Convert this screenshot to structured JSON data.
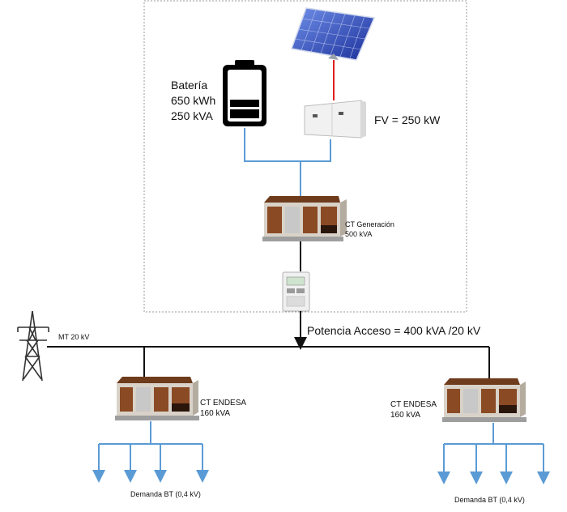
{
  "battery": {
    "label": "Batería",
    "energy": "650 kWh",
    "power": "250 kVA"
  },
  "pv": {
    "label": "FV = 250 kW"
  },
  "ct_generation": {
    "name": "CT Generación",
    "rating": "500 kVA"
  },
  "access": {
    "label": "Potencia Acceso = 400 kVA /20 kV"
  },
  "grid": {
    "label": "MT 20 kV"
  },
  "ct_endesa_left": {
    "name": "CT ENDESA",
    "rating": "160 kVA"
  },
  "ct_endesa_right": {
    "name": "CT ENDESA",
    "rating": "160 kVA"
  },
  "demand_left": {
    "label": "Demanda BT (0,4 kV)"
  },
  "demand_right": {
    "label": "Demanda BT (0,4 kV)"
  },
  "colors": {
    "lv_line": "#5b9bd5",
    "mv_line": "#111111",
    "dc_line": "#e02020",
    "substation_wood": "#8a4a24",
    "substation_body": "#d9d2c8"
  }
}
